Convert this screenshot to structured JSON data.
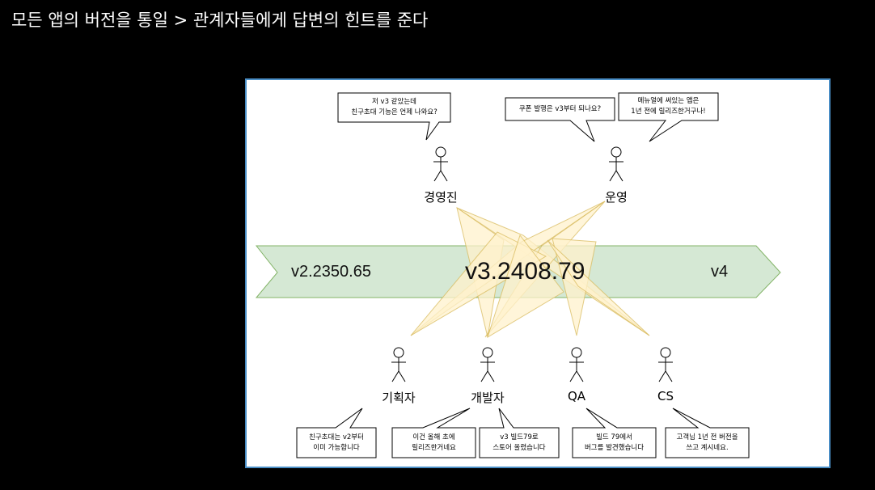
{
  "slide": {
    "title": "모든 앱의 버전을 통일 > 관계자들에게 답변의 힌트를 준다"
  },
  "versions": {
    "old": "v2.2350.65",
    "current": "v3.2408.79",
    "next": "v4"
  },
  "actors": {
    "executives": "경영진",
    "operations": "운영",
    "planner": "기획자",
    "developer": "개발자",
    "qa": "QA",
    "cs": "CS"
  },
  "bubbles": {
    "executives": "저 v3 같았는데\n친구초대 기능은 언제 나와요?",
    "operations_coupon": "쿠폰 발행은 v3부터 되나요?",
    "operations_menu": "메뉴얼에 써있는 앱은\n1년 전에 릴리즈한거구나!",
    "planner": "친구초대는 v2부터\n이미 가능합니다",
    "developer_release": "이건 올해 초에\n릴리즈한거네요",
    "developer_build": "v3 빌드79로\n스토어 올렸습니다",
    "qa": "빌드 79에서\n버그를 발견했습니다",
    "cs": "고객님 1년 전 버전을\n쓰고 계시네요."
  },
  "colors": {
    "arrow_fill": "#d5e8d4",
    "arrow_stroke": "#82b366",
    "ray_fill": "#fff2cc",
    "ray_stroke": "#d6b656",
    "frame": "#4a8ec6"
  }
}
